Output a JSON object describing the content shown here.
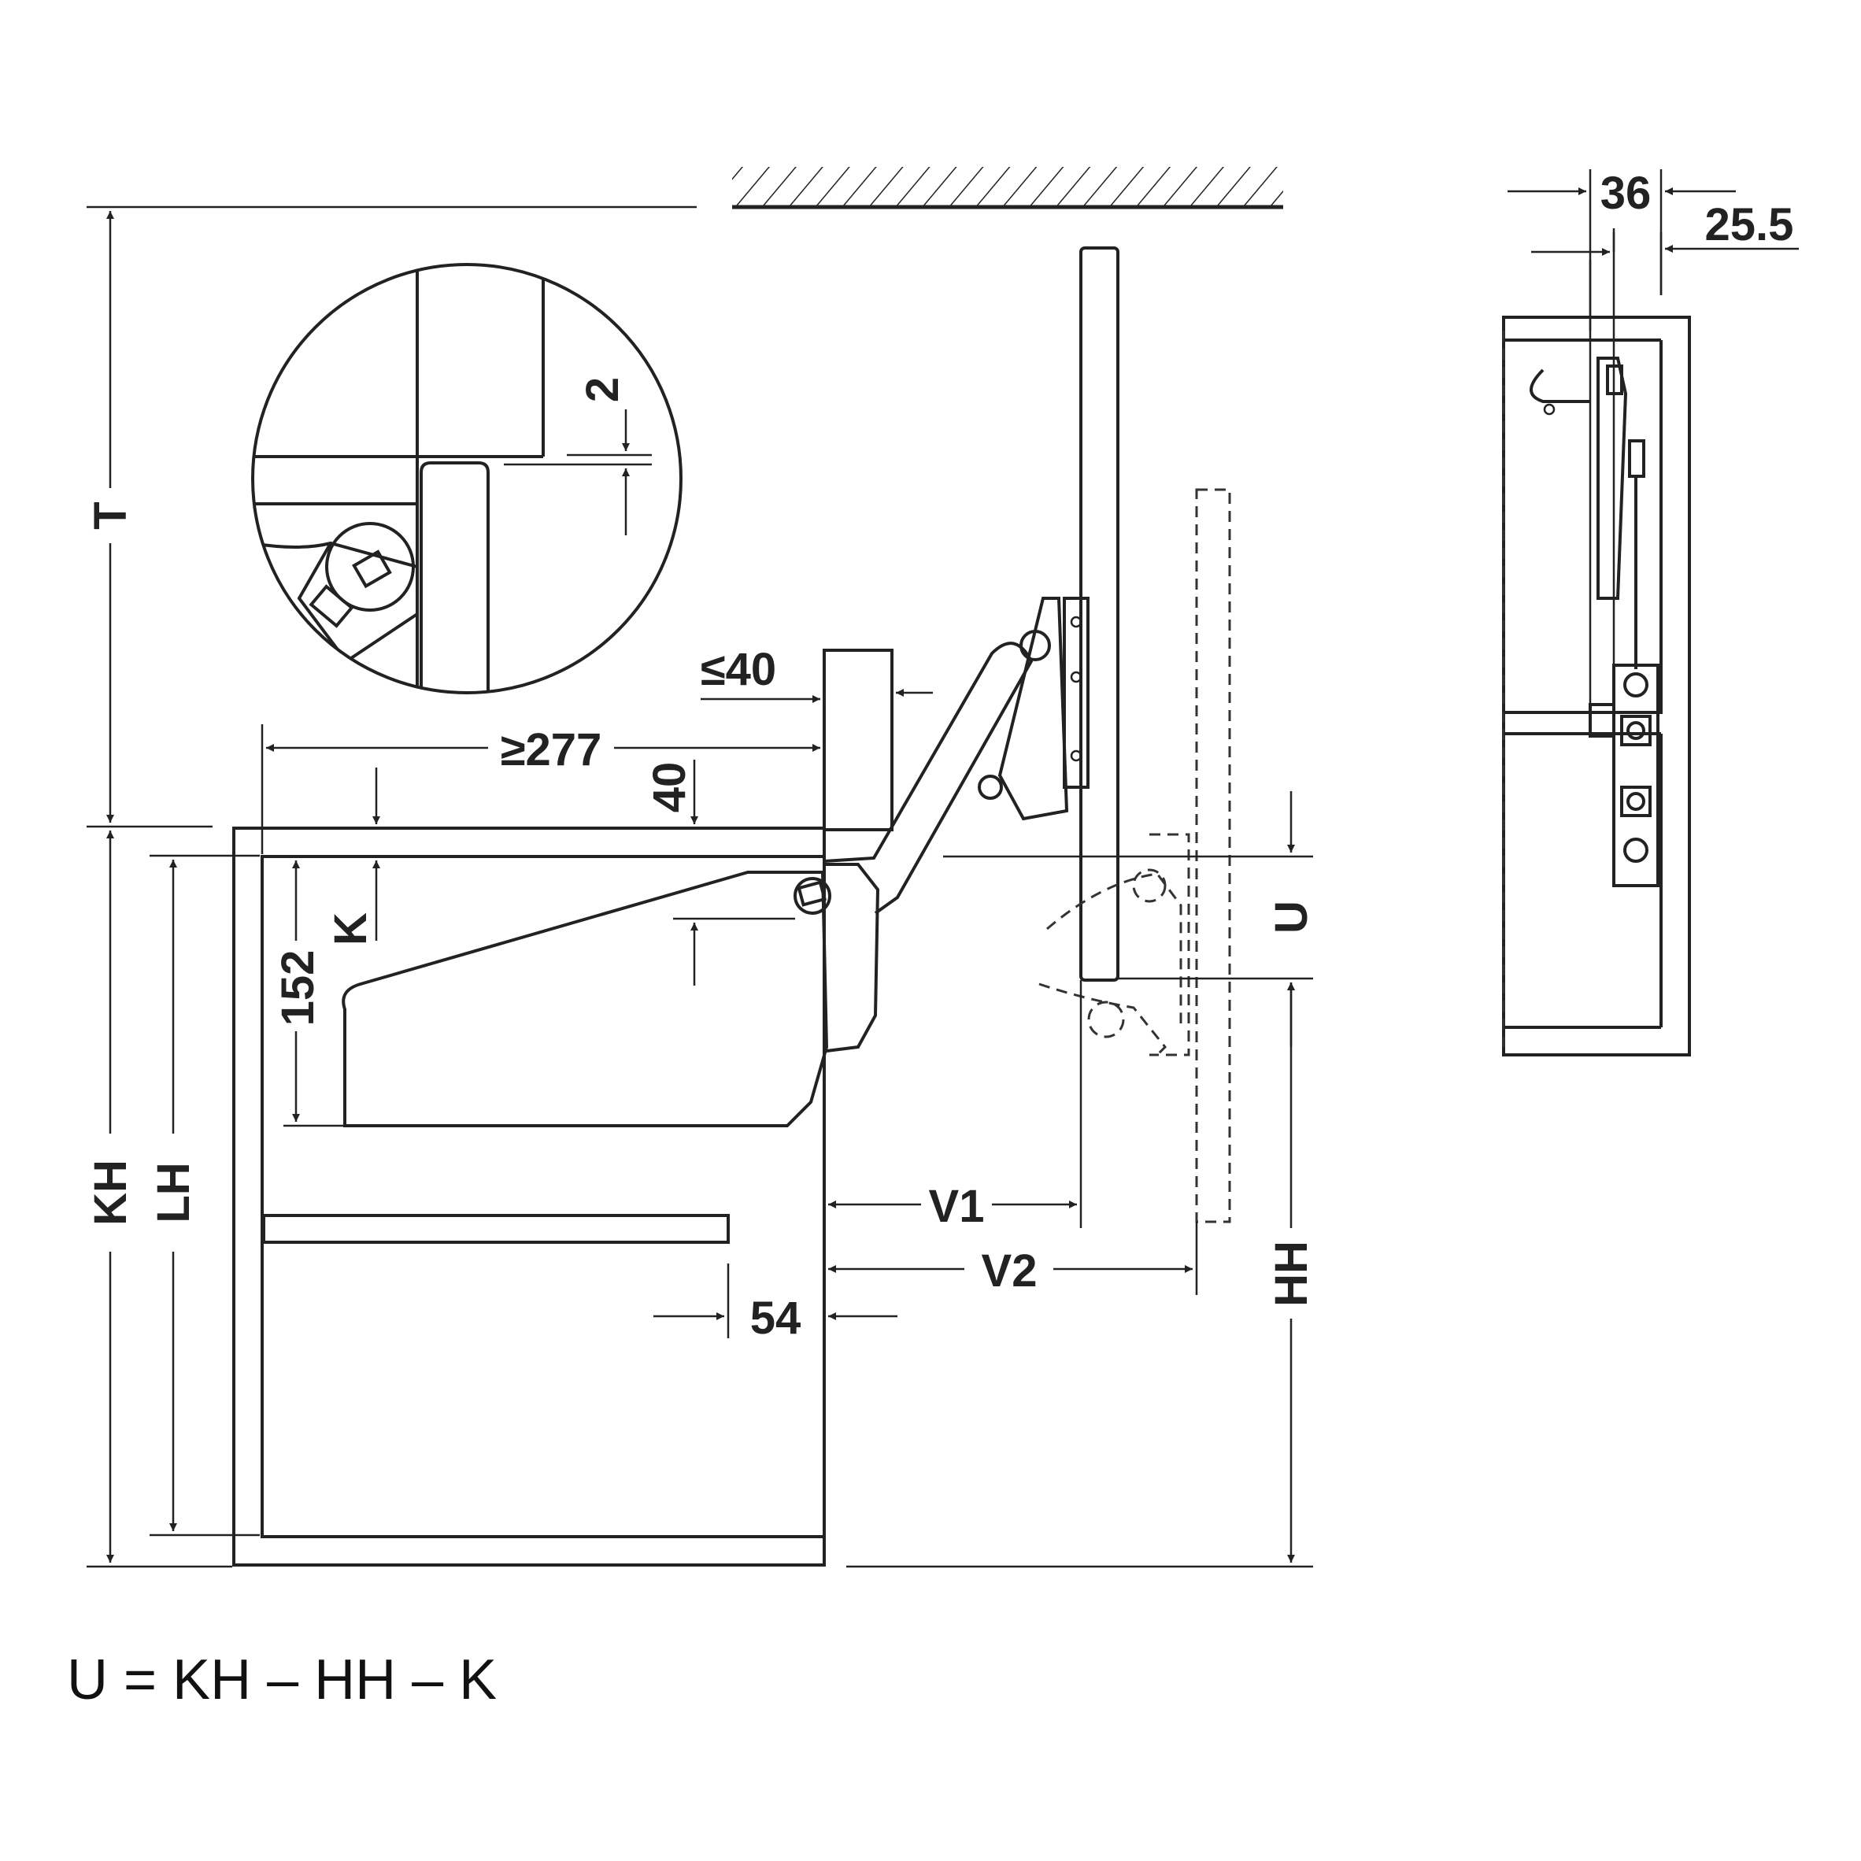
{
  "labels": {
    "T": "T",
    "KH": "KH",
    "LH": "LH",
    "K": "K",
    "d152": "152",
    "d2": "2",
    "le40": "≤40",
    "ge277": "≥277",
    "d40": "40",
    "U": "U",
    "V1": "V1",
    "V2": "V2",
    "HH": "HH",
    "d54": "54",
    "d36": "36",
    "d25_5": "25.5"
  },
  "formula": "U = KH – HH – K"
}
